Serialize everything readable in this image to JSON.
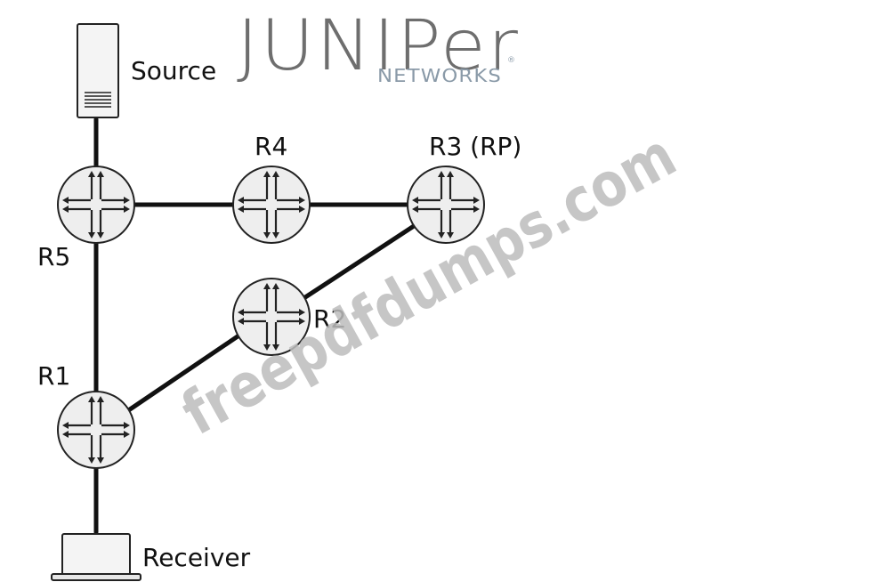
{
  "logo": {
    "brand": "JUNIPer",
    "sub": "NETWORKS",
    "reg": "®"
  },
  "watermark": "freepdfdumps.com",
  "nodes": {
    "source": "Source",
    "r5": "R5",
    "r4": "R4",
    "r3": "R3 (RP)",
    "r2": "R2",
    "r1": "R1",
    "receiver": "Receiver"
  },
  "colors": {
    "links": "#111111",
    "router_fill": "#eeeeee",
    "watermark": "#bdbdbd",
    "logo": "#6e6e6e",
    "logo_sub": "#8a9aa8"
  }
}
